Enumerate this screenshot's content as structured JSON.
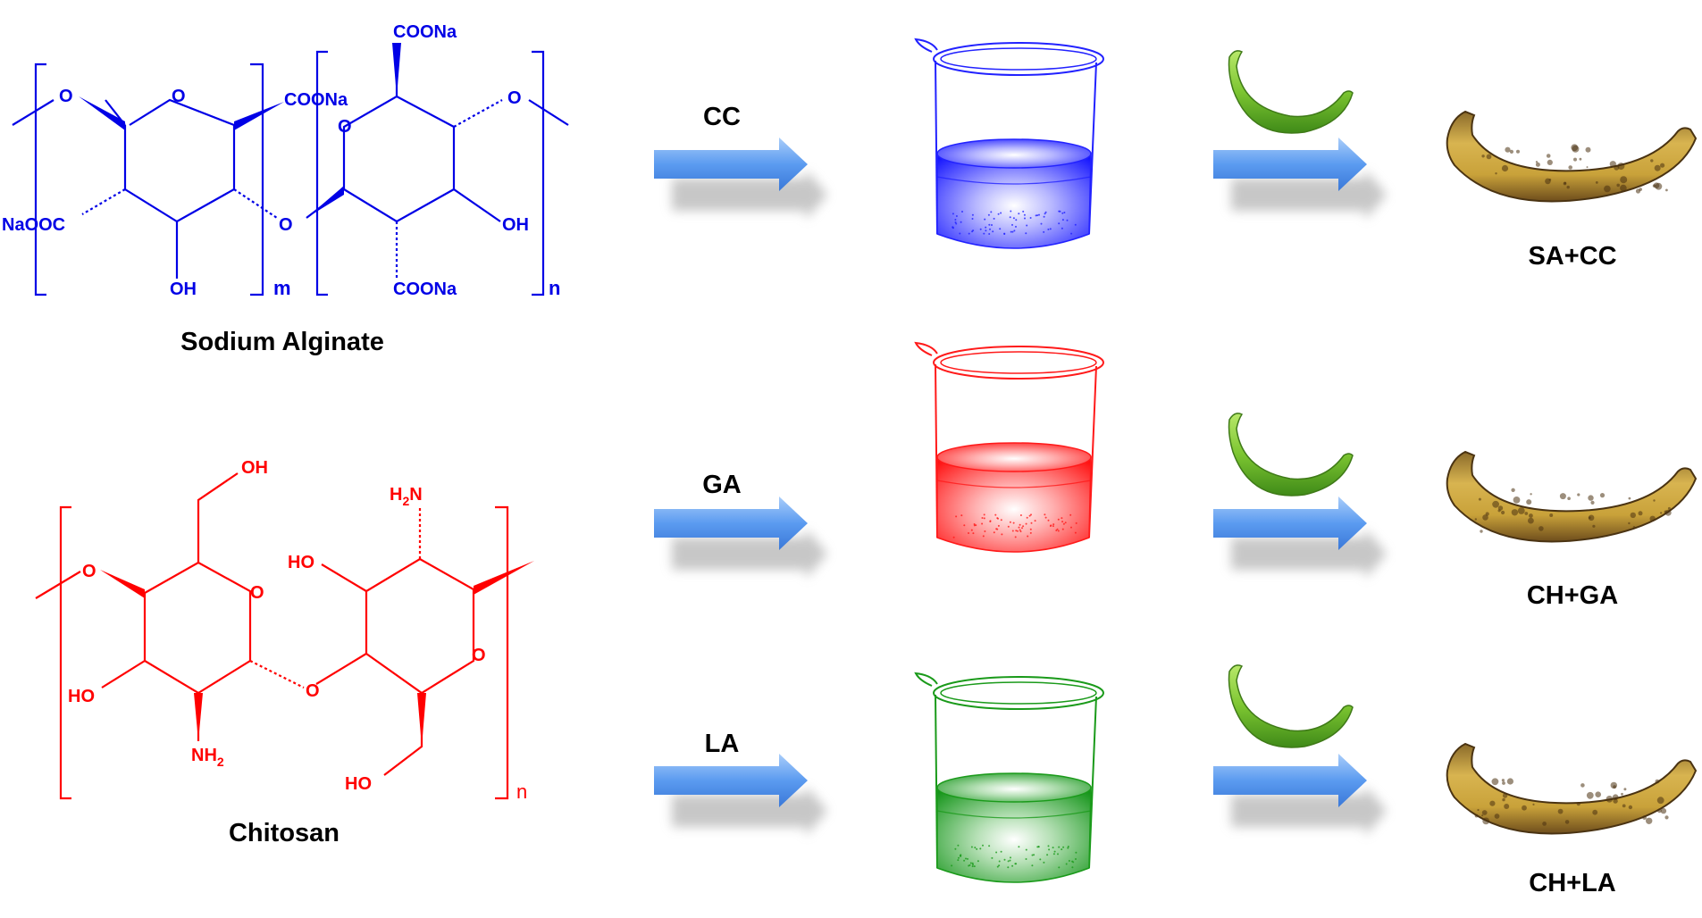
{
  "colors": {
    "sodium_alginate": "#0000e6",
    "chitosan": "#ff0000",
    "solution_green": "#1a8a1a",
    "arrow": "#5b9bf0",
    "banana_green": "#7cc531",
    "banana_ripe": "#c8a034"
  },
  "structures": {
    "sodium_alginate": {
      "name": "Sodium Alginate",
      "groups": {
        "o_left": "O",
        "o_ring1": "O",
        "coona_1": "COONa",
        "naooc": "NaOOC",
        "oh_1": "OH",
        "o_bridge": "O",
        "coona_top": "COONa",
        "o_ring2": "O",
        "o_right": "O",
        "oh_2": "OH",
        "coona_bottom": "COONa",
        "sub_m": "m",
        "sub_n": "n"
      }
    },
    "chitosan": {
      "name": "Chitosan",
      "groups": {
        "oh_top": "OH",
        "h2n_h": "H",
        "h2n_2": "2",
        "h2n_n": "N",
        "o_left": "O",
        "o_ring1": "O",
        "ho_right": "HO",
        "o_ring2": "O",
        "ho_left": "HO",
        "o_bridge": "O",
        "nh2_nh": "NH",
        "nh2_2": "2",
        "ho_bottom": "HO",
        "sub_n": "n"
      }
    }
  },
  "rows": [
    {
      "reagent": "CC",
      "solution_color": "#2222ff",
      "result": "SA+CC"
    },
    {
      "reagent": "GA",
      "solution_color": "#ff1a1a",
      "result": "CH+GA"
    },
    {
      "reagent": "LA",
      "solution_color": "#1a9a1a",
      "result": "CH+LA"
    }
  ]
}
